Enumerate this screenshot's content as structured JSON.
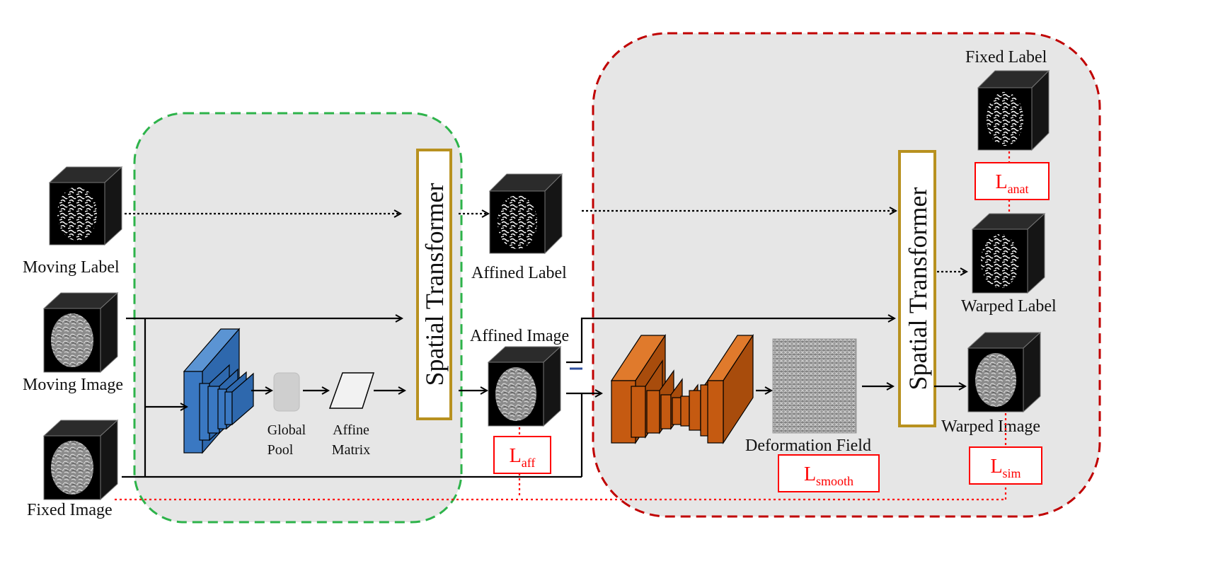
{
  "diagram": {
    "inputs": {
      "moving_label": "Moving Label",
      "moving_image": "Moving Image",
      "fixed_image": "Fixed Image"
    },
    "affine_stage": {
      "global_pool_line1": "Global",
      "global_pool_line2": "Pool",
      "affine_matrix_line1": "Affine",
      "affine_matrix_line2": "Matrix",
      "spatial_transformer": "Spatial Transformer"
    },
    "affined": {
      "label": "Affined Label",
      "image": "Affined Image"
    },
    "deformable_stage": {
      "deformation_field": "Deformation Field",
      "spatial_transformer": "Spatial Transformer"
    },
    "outputs": {
      "fixed_label": "Fixed Label",
      "warped_label": "Warped Label",
      "warped_image": "Warped Image"
    },
    "losses": {
      "aff": {
        "base": "L",
        "sub": "aff"
      },
      "smooth": {
        "base": "L",
        "sub": "smooth"
      },
      "anat": {
        "base": "L",
        "sub": "anat"
      },
      "sim": {
        "base": "L",
        "sub": "sim"
      }
    },
    "colors": {
      "affine_region_border": "#2db34a",
      "deformable_region_border": "#c00000",
      "region_fill": "#e6e6e6",
      "transformer_border": "#b8911f",
      "encoder_blue": "#3a78c2",
      "unet_orange": "#c55a11",
      "loss_red": "#ff0000"
    }
  }
}
